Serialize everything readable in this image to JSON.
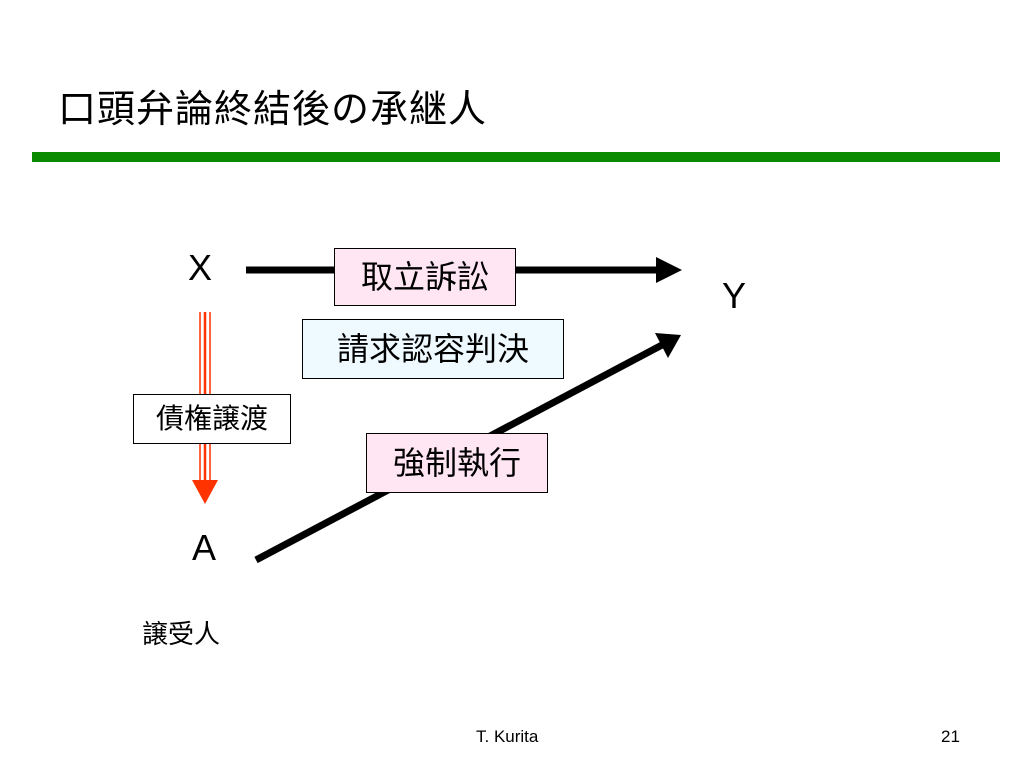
{
  "slide": {
    "title": "口頭弁論終結後の承継人",
    "accent_color": "#0a8a00"
  },
  "diagram": {
    "parties": {
      "x": "X",
      "y": "Y",
      "a": "A"
    },
    "arrow_colors": {
      "main": "#000000",
      "transfer": "#ff3300"
    },
    "boxes": {
      "lawsuit": {
        "text": "取立訴訟",
        "fill": "#ffe6f2"
      },
      "judgment": {
        "text": "請求認容判決",
        "fill": "#eefaff"
      },
      "transfer": {
        "text": "債権譲渡",
        "fill": "#ffffff"
      },
      "enforcement": {
        "text": "強制執行",
        "fill": "#ffe6f2"
      }
    },
    "transferee_label": "譲受人"
  },
  "footer": {
    "author": "T. Kurita",
    "page": "21"
  }
}
